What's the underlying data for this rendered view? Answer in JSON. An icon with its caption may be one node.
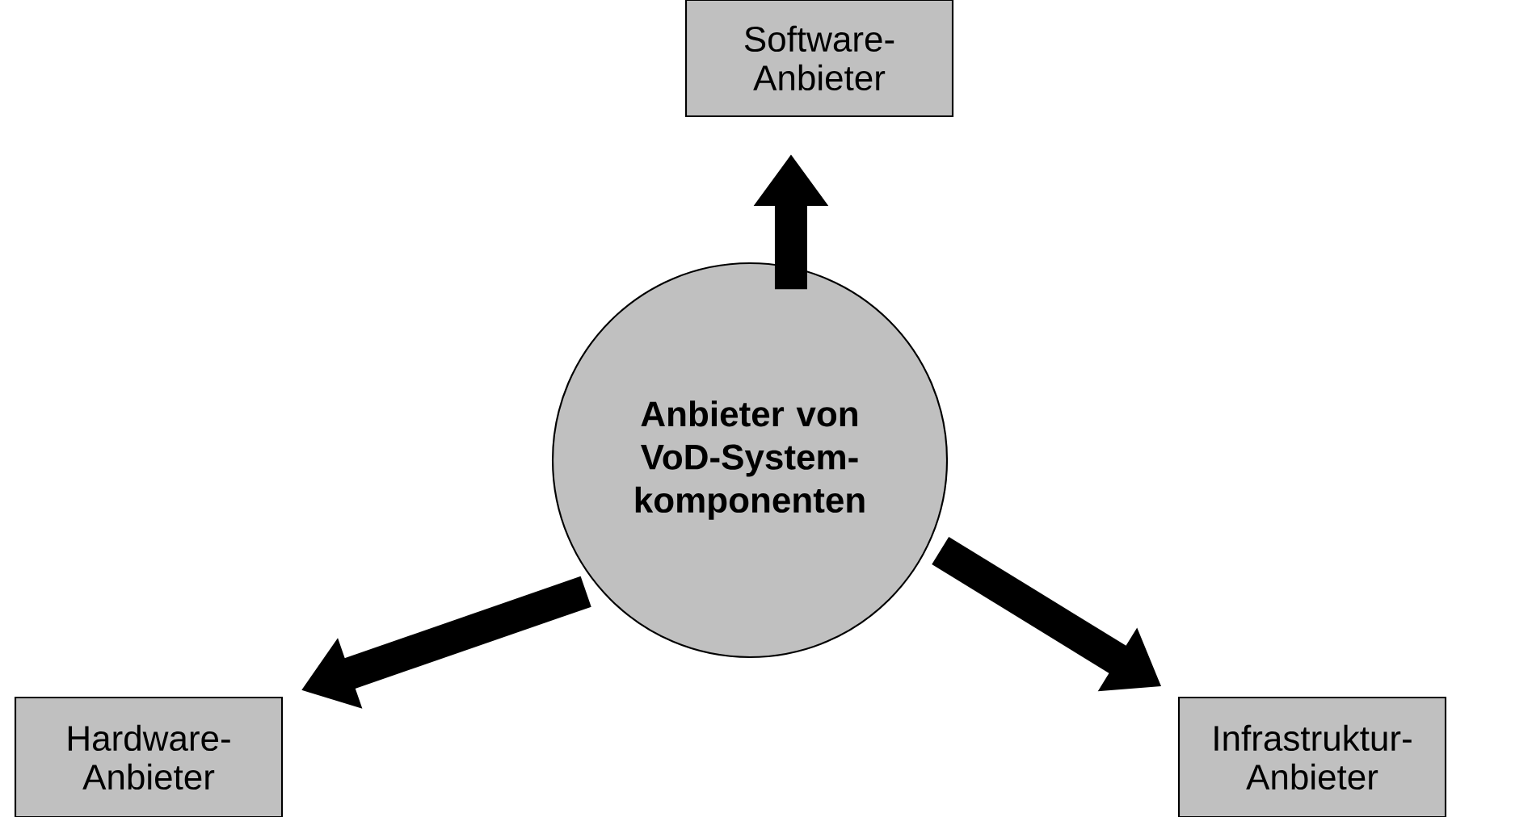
{
  "diagram": {
    "nodes": [
      {
        "text": [
          "Software- Anbieter"
        ]
      },
      {
        "text": [
          "Anbieter von VoD-System- komponenten"
        ]
      },
      {
        "text": [
          "Hardware- Anbieter"
        ]
      },
      {
        "text": [
          "Infrastruktur- Anbieter"
        ]
      }
    ],
    "edges": [
      {
        "from": 1,
        "to": 0,
        "arrow": "to"
      },
      {
        "from": 1,
        "to": 2,
        "arrow": "to"
      },
      {
        "from": 1,
        "to": 3,
        "arrow": "to"
      }
    ]
  }
}
